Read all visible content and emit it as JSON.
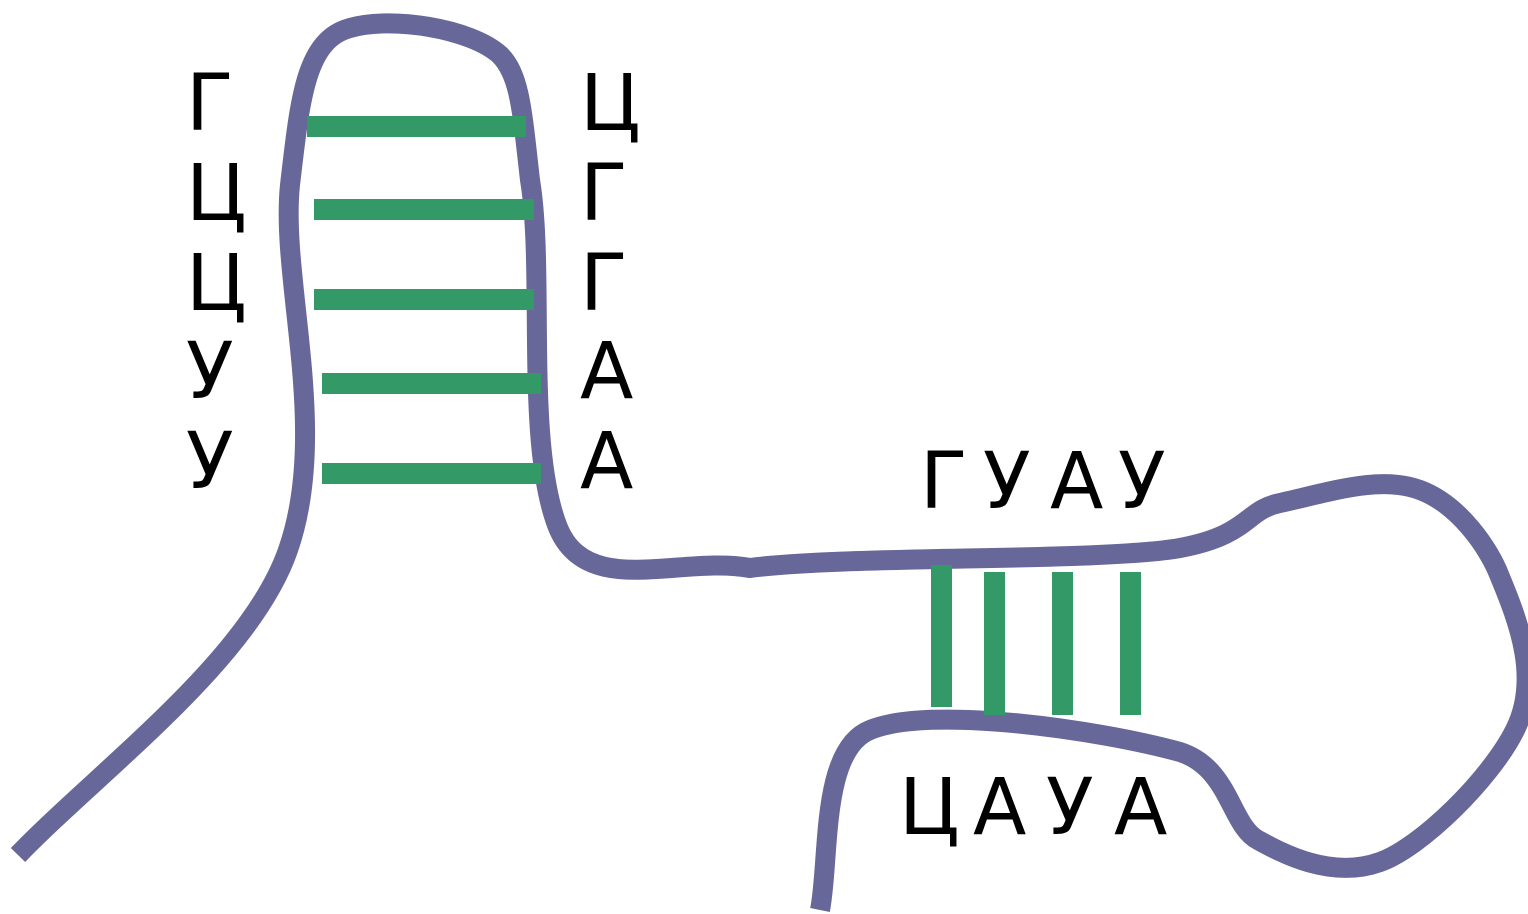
{
  "colors": {
    "strand": "#67679a",
    "pair": "#339966",
    "text": "#000000",
    "background": "#ffffff"
  },
  "hairpin": {
    "left_bases": [
      "Г",
      "Ц",
      "Ц",
      "У",
      "У"
    ],
    "right_bases": [
      "Ц",
      "Г",
      "Г",
      "А",
      "А"
    ]
  },
  "duplex": {
    "upper_bases": [
      "Г",
      "У",
      "А",
      "У"
    ],
    "lower_bases": [
      "Ц",
      "А",
      "У",
      "А"
    ]
  }
}
